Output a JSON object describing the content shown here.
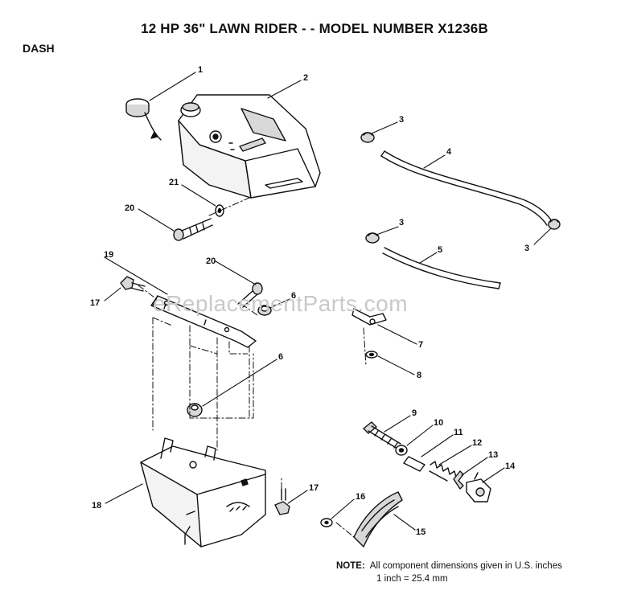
{
  "title": "12 HP 36\" LAWN RIDER - - MODEL NUMBER X1236B",
  "section": "DASH",
  "watermark": "eReplacementParts.com",
  "note": {
    "label": "NOTE:",
    "line1": "All component dimensions given in U.S. inches",
    "line2": "1 inch = 25.4 mm"
  },
  "callouts": [
    "1",
    "2",
    "3",
    "3",
    "3",
    "4",
    "5",
    "6",
    "6",
    "7",
    "8",
    "9",
    "10",
    "11",
    "12",
    "13",
    "14",
    "15",
    "16",
    "17",
    "17",
    "18",
    "19",
    "20",
    "20",
    "21"
  ],
  "colors": {
    "ink": "#111111",
    "watermark": "#c9c9c9",
    "shade": "#d8d8d8"
  }
}
